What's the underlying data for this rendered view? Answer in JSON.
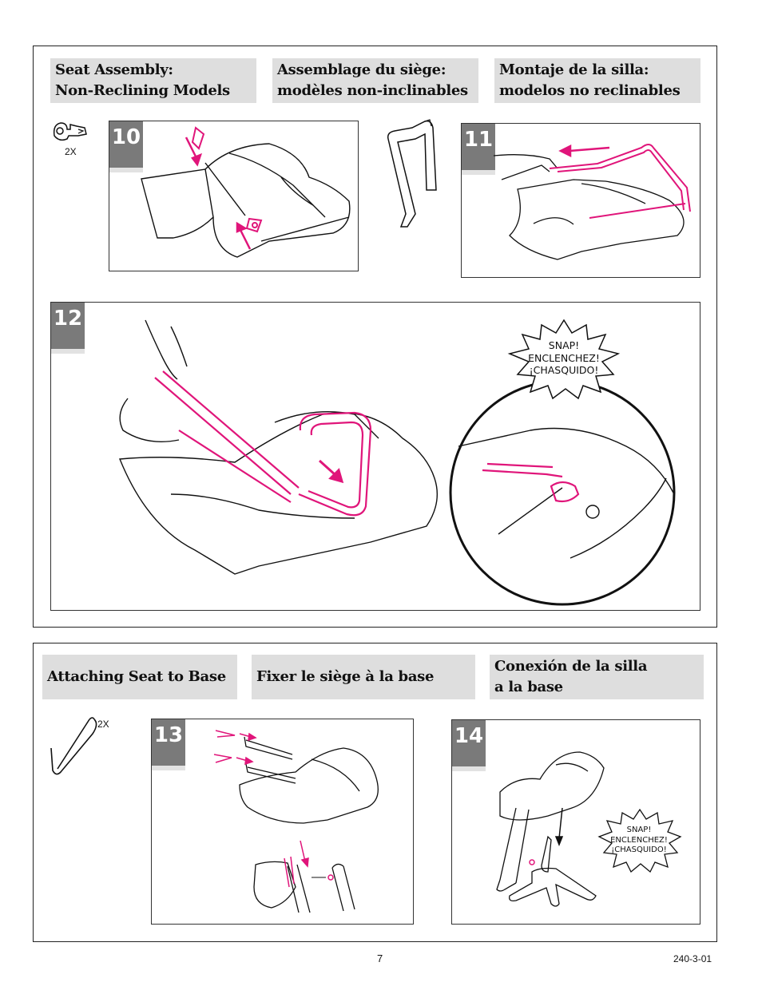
{
  "section_seat": {
    "headings": [
      {
        "line1": "Seat Assembly:",
        "line2": "Non-Reclining Models"
      },
      {
        "line1": "Assemblage du siège:",
        "line2": "modèles non-inclinables"
      },
      {
        "line1": "Montaje de la silla:",
        "line2": "modelos no reclinables"
      }
    ],
    "part_qty": "2X",
    "steps": {
      "s10": "10",
      "s11": "11",
      "s12": "12"
    },
    "snap_callout": {
      "en": "SNAP!",
      "fr": "ENCLENCHEZ!",
      "es": "¡CHASQUIDO!"
    }
  },
  "section_base": {
    "headings": [
      {
        "line1": "Attaching Seat to Base"
      },
      {
        "line1": "Fixer le siège à la base"
      },
      {
        "line1": "Conexión de la silla",
        "line2": "a la base"
      }
    ],
    "part_qty": "2X",
    "steps": {
      "s13": "13",
      "s14": "14"
    },
    "snap_callout": {
      "en": "SNAP!",
      "fr": "ENCLENCHEZ!",
      "es": "¡CHASQUIDO!"
    }
  },
  "footer": {
    "page_number": "7",
    "doc_code": "240-3-01"
  },
  "colors": {
    "accent": "#e0157a",
    "badge": "#7a7a7a",
    "heading_bg": "#dedede"
  }
}
